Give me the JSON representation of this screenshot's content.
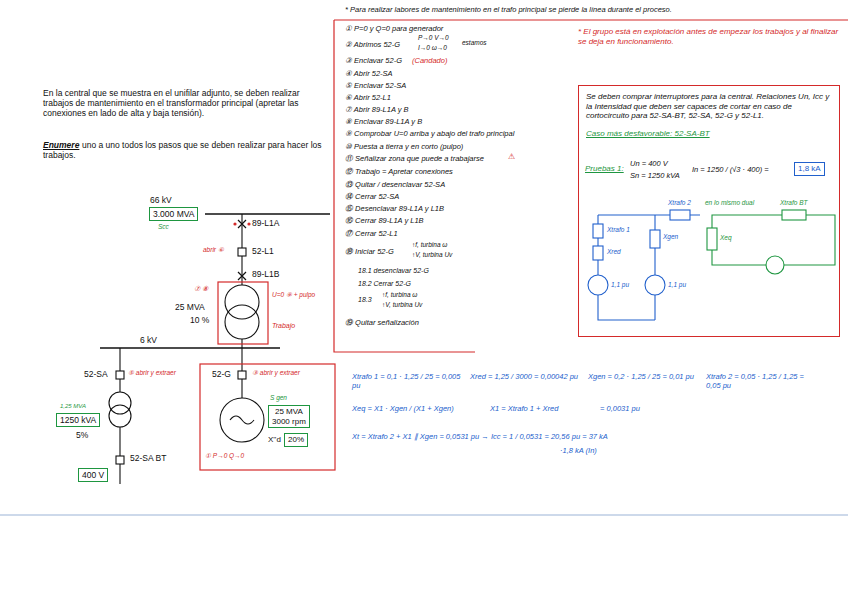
{
  "diagram": {
    "nodes": [
      {
        "text": [
          "3.000 MVA"
        ]
      },
      {
        "text": [
          "1250 kVA"
        ]
      },
      {
        "text": [
          "400 V"
        ]
      },
      {
        "text": [
          "25 MVA",
          "3000 rpm"
        ]
      },
      {
        "text": [
          "20%"
        ]
      },
      {
        "text": [
          "Se deben comprar interruptores para la central. Relaciones Un, Icc y la Intensidad que deben ser capaces de cortar en caso de cortocircuito para 52-SA-BT, 52-SA, 52-G y 52-L1.",
          "Caso más desfavorable: 52-SA-BT"
        ]
      },
      {
        "text": [
          "1,8 kA"
        ],
        "in": 5
      }
    ],
    "labels": [
      "* Para realizar labores de mantenimiento en el trafo principal se pierde la línea durante el proceso.",
      "En la central que se muestra en el unifilar adjunto, se deben realizar trabajos de mantenimiento en el transformador principal (apretar las conexiones en lado de alta y baja tensión).",
      "Enumere",
      "uno a uno todos los pasos que se deben realizar para hacer los trabajos.",
      "66 kV",
      "Scc",
      "89-L1A",
      "52-L1",
      "89-L1B",
      "25 MVA",
      "10 %",
      "6 kV",
      "52-SA",
      "52-G",
      "5%",
      "52-SA BT",
      "X''d",
      "1,25 MVA",
      "S gen",
      "Trabajo",
      "abrir ⑥",
      "⑦ ⑧",
      "U=0 ⑨ + pulpo",
      "⑤ abrir y extraer",
      "③ abrir y extraer",
      "① P→0 Q→0",
      "① P=0 y Q=0 para generador",
      "② Abrimos 52-G",
      "P→0 V→0",
      "I→0 ω→0",
      "estamos",
      "③ Enclavar 52-G",
      "(Candado)",
      "④ Abrir 52-SA",
      "⑤ Enclavar 52-SA",
      "⑥ Abrir 52-L1",
      "⑦ Abrir 89-L1A y B",
      "⑧ Enclavar 89-L1A y B",
      "⑨ Comprobar U=0 arriba y abajo del trafo principal",
      "⑩ Puesta a tierra y en corto (pulpo)",
      "⑪ Señalizar zona que puede a trabajarse",
      "⚠",
      "⑫ Trabajo = Apretar conexiones",
      "⑬ Quitar / desenclavar 52-SA",
      "⑭ Cerrar 52-SA",
      "⑮ Desenclavar 89-L1A y L1B",
      "⑯ Cerrar 89-L1A y L1B",
      "⑰ Cerrar 52-L1",
      "⑱ Iniciar 52-G",
      "↑f, turbina ω",
      "↑V, turbina Uv",
      "18.1 desenclavar 52-G",
      "18.2 Cerrar 52-G",
      "18.3",
      "↑f, turbina ω",
      "↑V, turbina Uv",
      "⑲ Quitar señalización",
      "* El grupo está en explotación antes de empezar los trabajos y al finalizar se deja en funcionamiento.",
      "Pruebas 1:",
      "Un = 400 V",
      "Sn = 1250 kVA",
      "In = 1250 / (√3 · 400) =",
      "Xtrafo 2",
      "Xtrafo 1",
      "Xred",
      "1,1 pu",
      "Xgen",
      "1,1 pu",
      "en lo mismo dual",
      "Xtrafo BT",
      "Xeq",
      "Xtrafo 1 = 0,1 · 1,25 / 25 = 0,005 pu",
      "Xred = 1,25 / 3000 = 0,00042 pu",
      "Xgen = 0,2 · 1,25 / 25 = 0,01 pu",
      "Xtrafo 2 = 0,05 · 1,25 / 1,25 = 0,05 pu",
      "Xeq = X1 · Xgen / (X1 + Xgen)",
      "X1 = Xtrafo 1 + Xred",
      "= 0,0031 pu",
      "Xt = Xtrafo 2 + X1 ∥ Xgen = 0,0531 pu → Icc = 1 / 0,0531 = 20,56 pu = 37 kA",
      "·1,8 kA (In)"
    ]
  }
}
